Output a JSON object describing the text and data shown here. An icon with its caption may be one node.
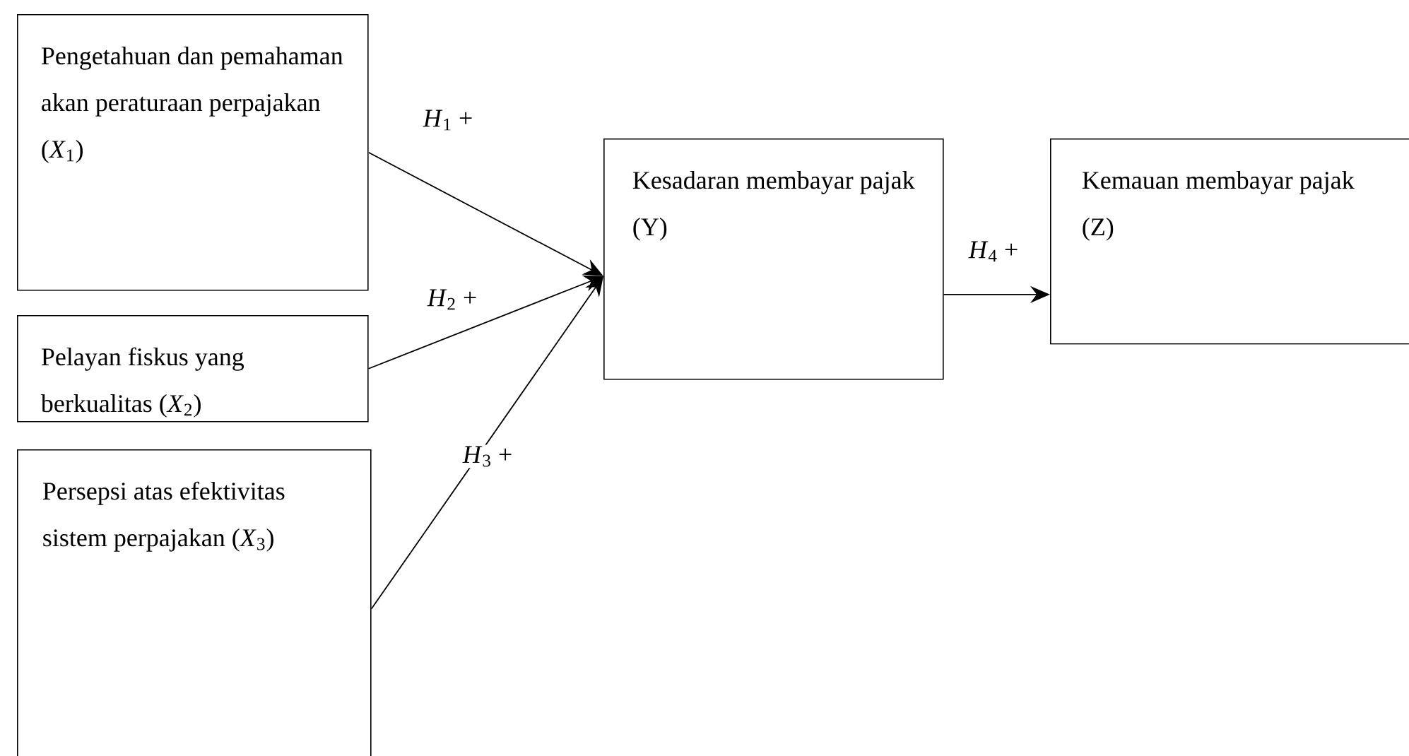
{
  "diagram": {
    "nodes": [
      {
        "text": [
          "Pengetahuan dan pemahaman akan peraturaan perpajakan (*X*$_{1}$)"
        ]
      },
      {
        "text": [
          "Pelayan fiskus yang berkualitas (*X*$_{2}$)"
        ]
      },
      {
        "text": [
          "Persepsi atas efektivitas sistem perpajakan (*X*$_{3}$)"
        ]
      },
      {
        "text": [
          "Kesadaran membayar pajak (Y)"
        ]
      },
      {
        "text": [
          "Kemauan membayar pajak (Z)"
        ]
      }
    ],
    "edges": [
      {
        "from": 0,
        "to": 3,
        "arrow": "to",
        "label": "*H*$_{1}$ +"
      },
      {
        "from": 1,
        "to": 3,
        "arrow": "to",
        "label": "*H*$_{2}$ +"
      },
      {
        "from": 2,
        "to": 3,
        "arrow": "to",
        "label": "*H*$_{3}$ +"
      },
      {
        "from": 3,
        "to": 4,
        "arrow": "to",
        "label": "*H*$_{4}$ +"
      }
    ]
  }
}
